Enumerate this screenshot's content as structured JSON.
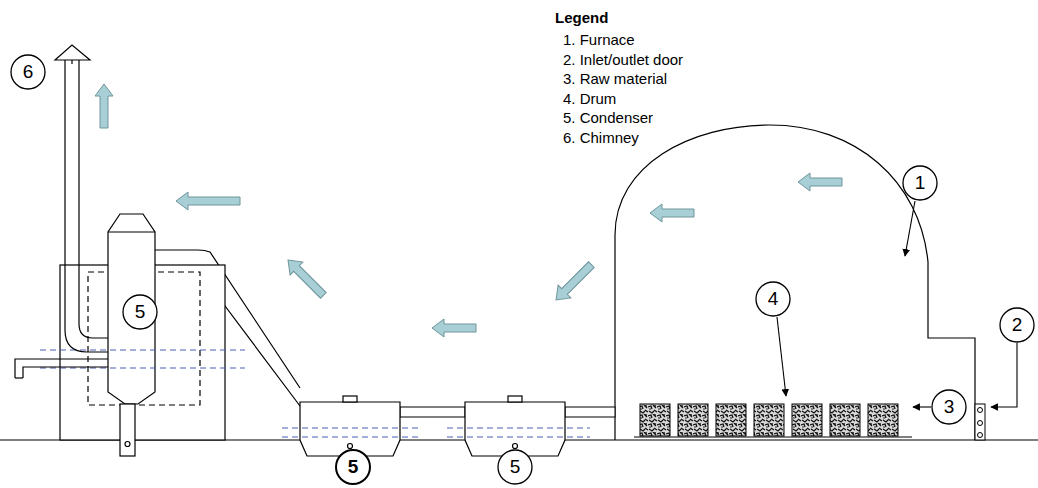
{
  "diagram": {
    "labels": [
      "Legend",
      "6",
      "1",
      "4",
      "5",
      "2",
      "3",
      "5",
      "5"
    ],
    "legend": [
      {
        "text": "1. Furnace"
      },
      {
        "text": "2. Inlet/outlet door"
      },
      {
        "text": "3. Raw material"
      },
      {
        "text": "4. Drum"
      },
      {
        "text": "5. Condenser"
      },
      {
        "text": "6. Chimney"
      }
    ]
  }
}
